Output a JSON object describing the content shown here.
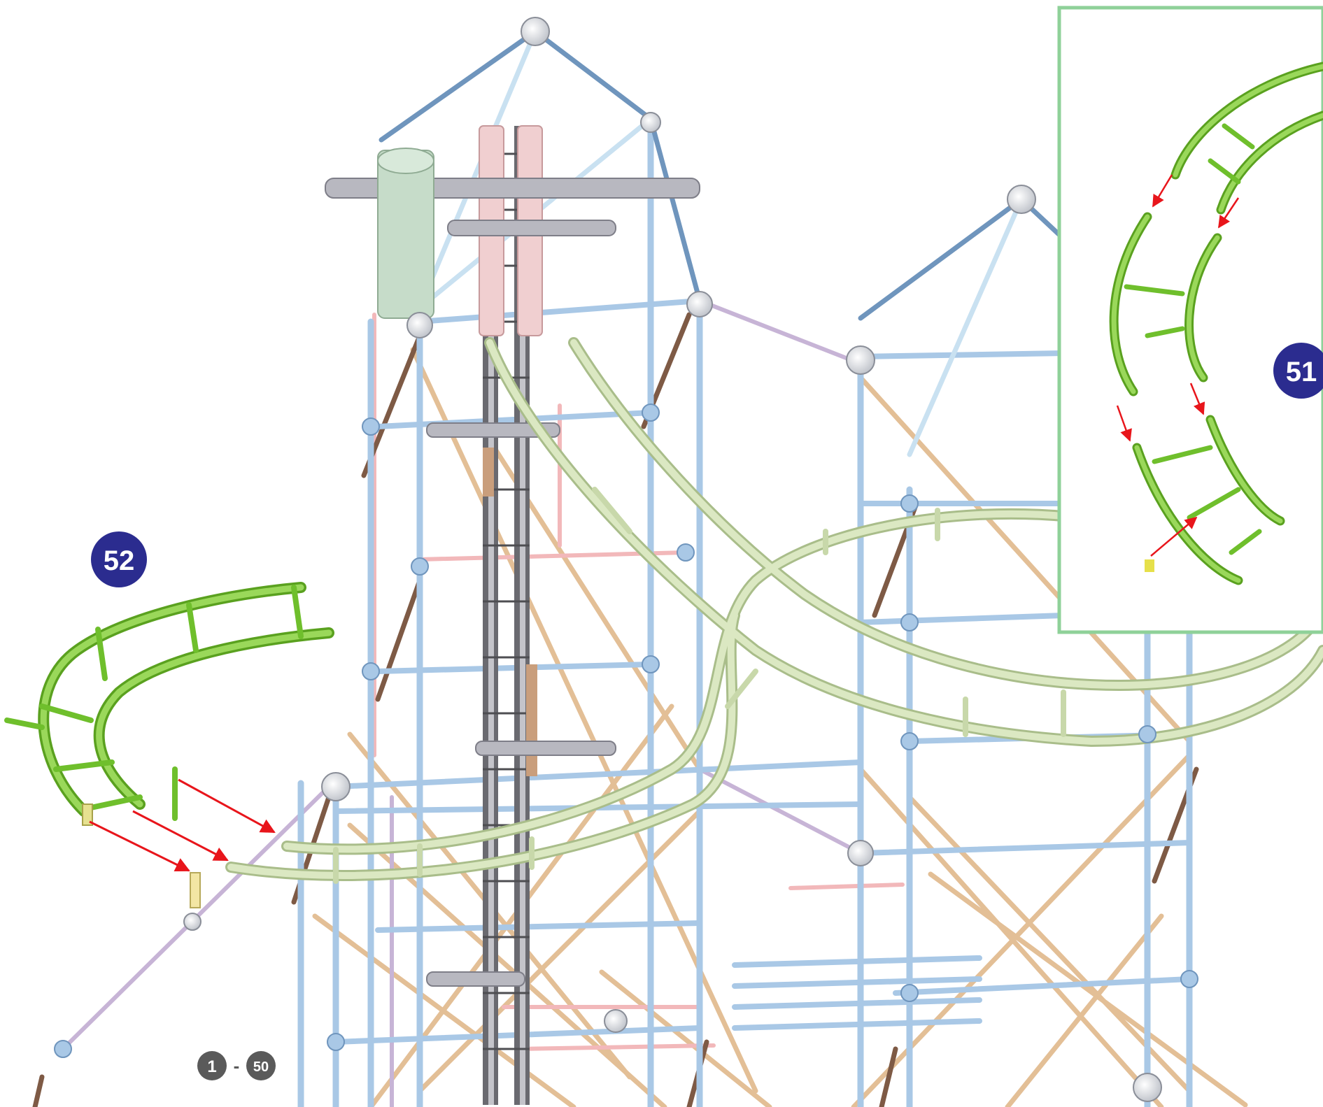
{
  "steps": {
    "current_main": "52",
    "current_inset": "51",
    "range_start": "1",
    "range_end": "50",
    "range_separator": "-"
  },
  "colors": {
    "badge_fill": "#2b2c8f",
    "badge_text": "#ffffff",
    "inset_border": "#8fd199",
    "new_part_green": "#7cc23c",
    "new_part_dark": "#5aa11f",
    "installed_track": "#dbe8c2",
    "installed_track_edge": "#a9bd8a",
    "rod_blue": "#a9c8e6",
    "rod_blue_dark": "#6f95bd",
    "rod_tan": "#e3bf96",
    "rod_pink": "#f2b8ba",
    "rod_purple": "#c7b4d6",
    "rod_brown": "#7e5a45",
    "chain_dark": "#4e4e52",
    "motor_green": "#c6dcc9",
    "axle_grey": "#b8b8c0",
    "arrow_red": "#e8151b",
    "range_badge": "#5a5a5a"
  },
  "icons": {
    "arrow": "red-arrow",
    "connector": "gray-hub-connector",
    "motor": "motor-unit"
  }
}
